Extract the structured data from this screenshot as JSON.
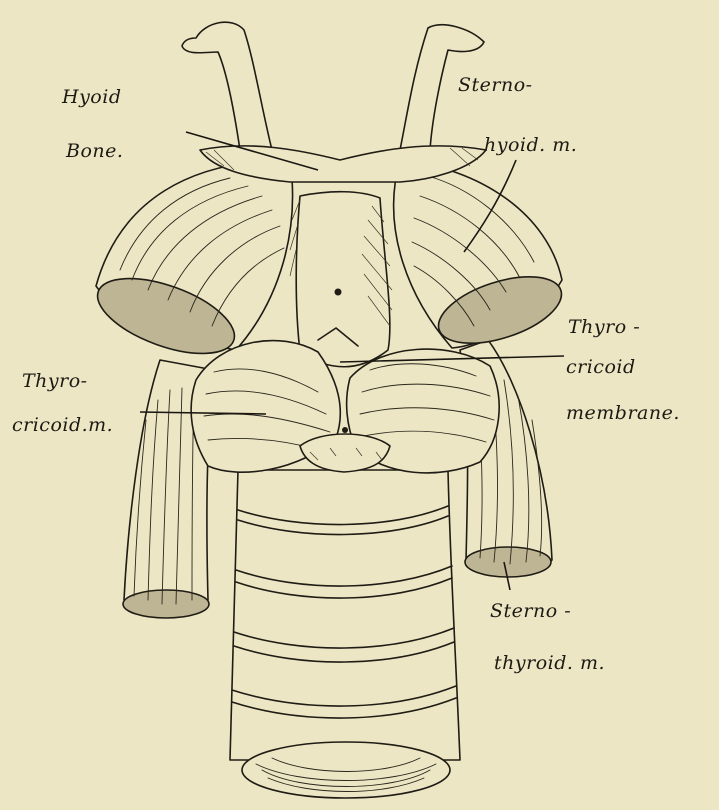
{
  "labels": {
    "hyoid_bone": [
      "Hyoid",
      "Bone."
    ],
    "sternohyoid": [
      "Sterno-",
      "hyoid. m."
    ],
    "thyrocricoid_membrane": [
      "Thyro -",
      "cricoid",
      "membrane."
    ],
    "thyrocricoid_muscle": [
      "Thyro-",
      "cricoid.m."
    ],
    "sternothyroid": [
      "Sterno -",
      "thyroid. m."
    ]
  }
}
